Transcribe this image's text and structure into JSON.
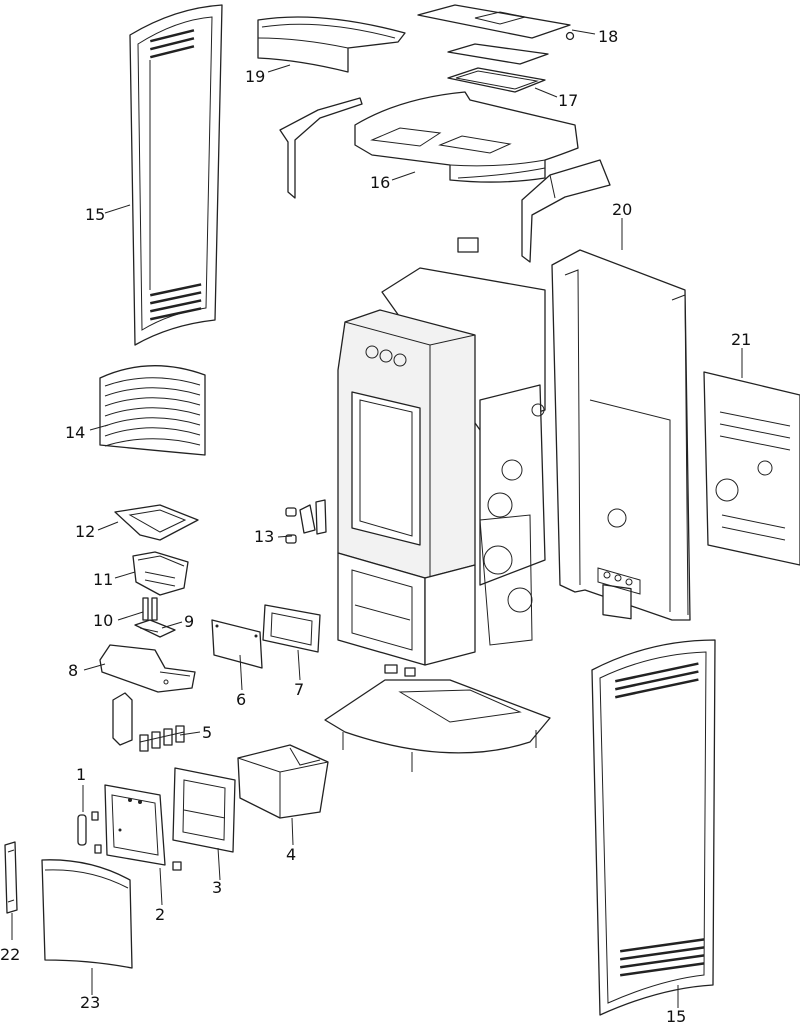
{
  "diagram": {
    "callouts": [
      {
        "id": "c1",
        "label": "1"
      },
      {
        "id": "c2",
        "label": "2"
      },
      {
        "id": "c3",
        "label": "3"
      },
      {
        "id": "c4",
        "label": "4"
      },
      {
        "id": "c5",
        "label": "5"
      },
      {
        "id": "c6",
        "label": "6"
      },
      {
        "id": "c7",
        "label": "7"
      },
      {
        "id": "c8",
        "label": "8"
      },
      {
        "id": "c9",
        "label": "9"
      },
      {
        "id": "c10",
        "label": "10"
      },
      {
        "id": "c11",
        "label": "11"
      },
      {
        "id": "c12",
        "label": "12"
      },
      {
        "id": "c13",
        "label": "13"
      },
      {
        "id": "c14",
        "label": "14"
      },
      {
        "id": "c15a",
        "label": "15"
      },
      {
        "id": "c15b",
        "label": "15"
      },
      {
        "id": "c16",
        "label": "16"
      },
      {
        "id": "c17",
        "label": "17"
      },
      {
        "id": "c18",
        "label": "18"
      },
      {
        "id": "c19",
        "label": "19"
      },
      {
        "id": "c20",
        "label": "20"
      },
      {
        "id": "c21",
        "label": "21"
      },
      {
        "id": "c22",
        "label": "22"
      },
      {
        "id": "c23",
        "label": "23"
      }
    ]
  }
}
